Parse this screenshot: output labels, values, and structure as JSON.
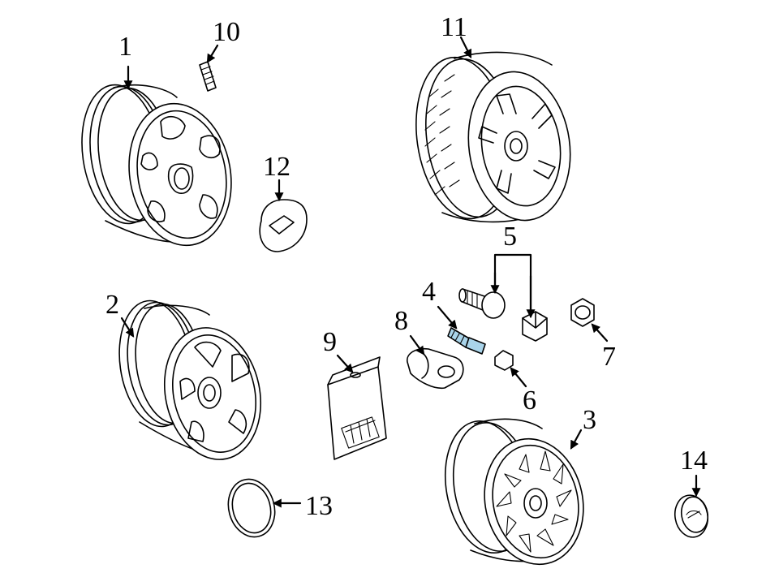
{
  "diagram": {
    "highlight_color": "#a9d4ea",
    "callouts": [
      {
        "id": "1",
        "label": "1"
      },
      {
        "id": "2",
        "label": "2"
      },
      {
        "id": "3",
        "label": "3"
      },
      {
        "id": "4",
        "label": "4"
      },
      {
        "id": "5",
        "label": "5"
      },
      {
        "id": "6",
        "label": "6"
      },
      {
        "id": "7",
        "label": "7"
      },
      {
        "id": "8",
        "label": "8"
      },
      {
        "id": "9",
        "label": "9"
      },
      {
        "id": "10",
        "label": "10"
      },
      {
        "id": "11",
        "label": "11"
      },
      {
        "id": "12",
        "label": "12"
      },
      {
        "id": "13",
        "label": "13"
      },
      {
        "id": "14",
        "label": "14"
      }
    ]
  }
}
